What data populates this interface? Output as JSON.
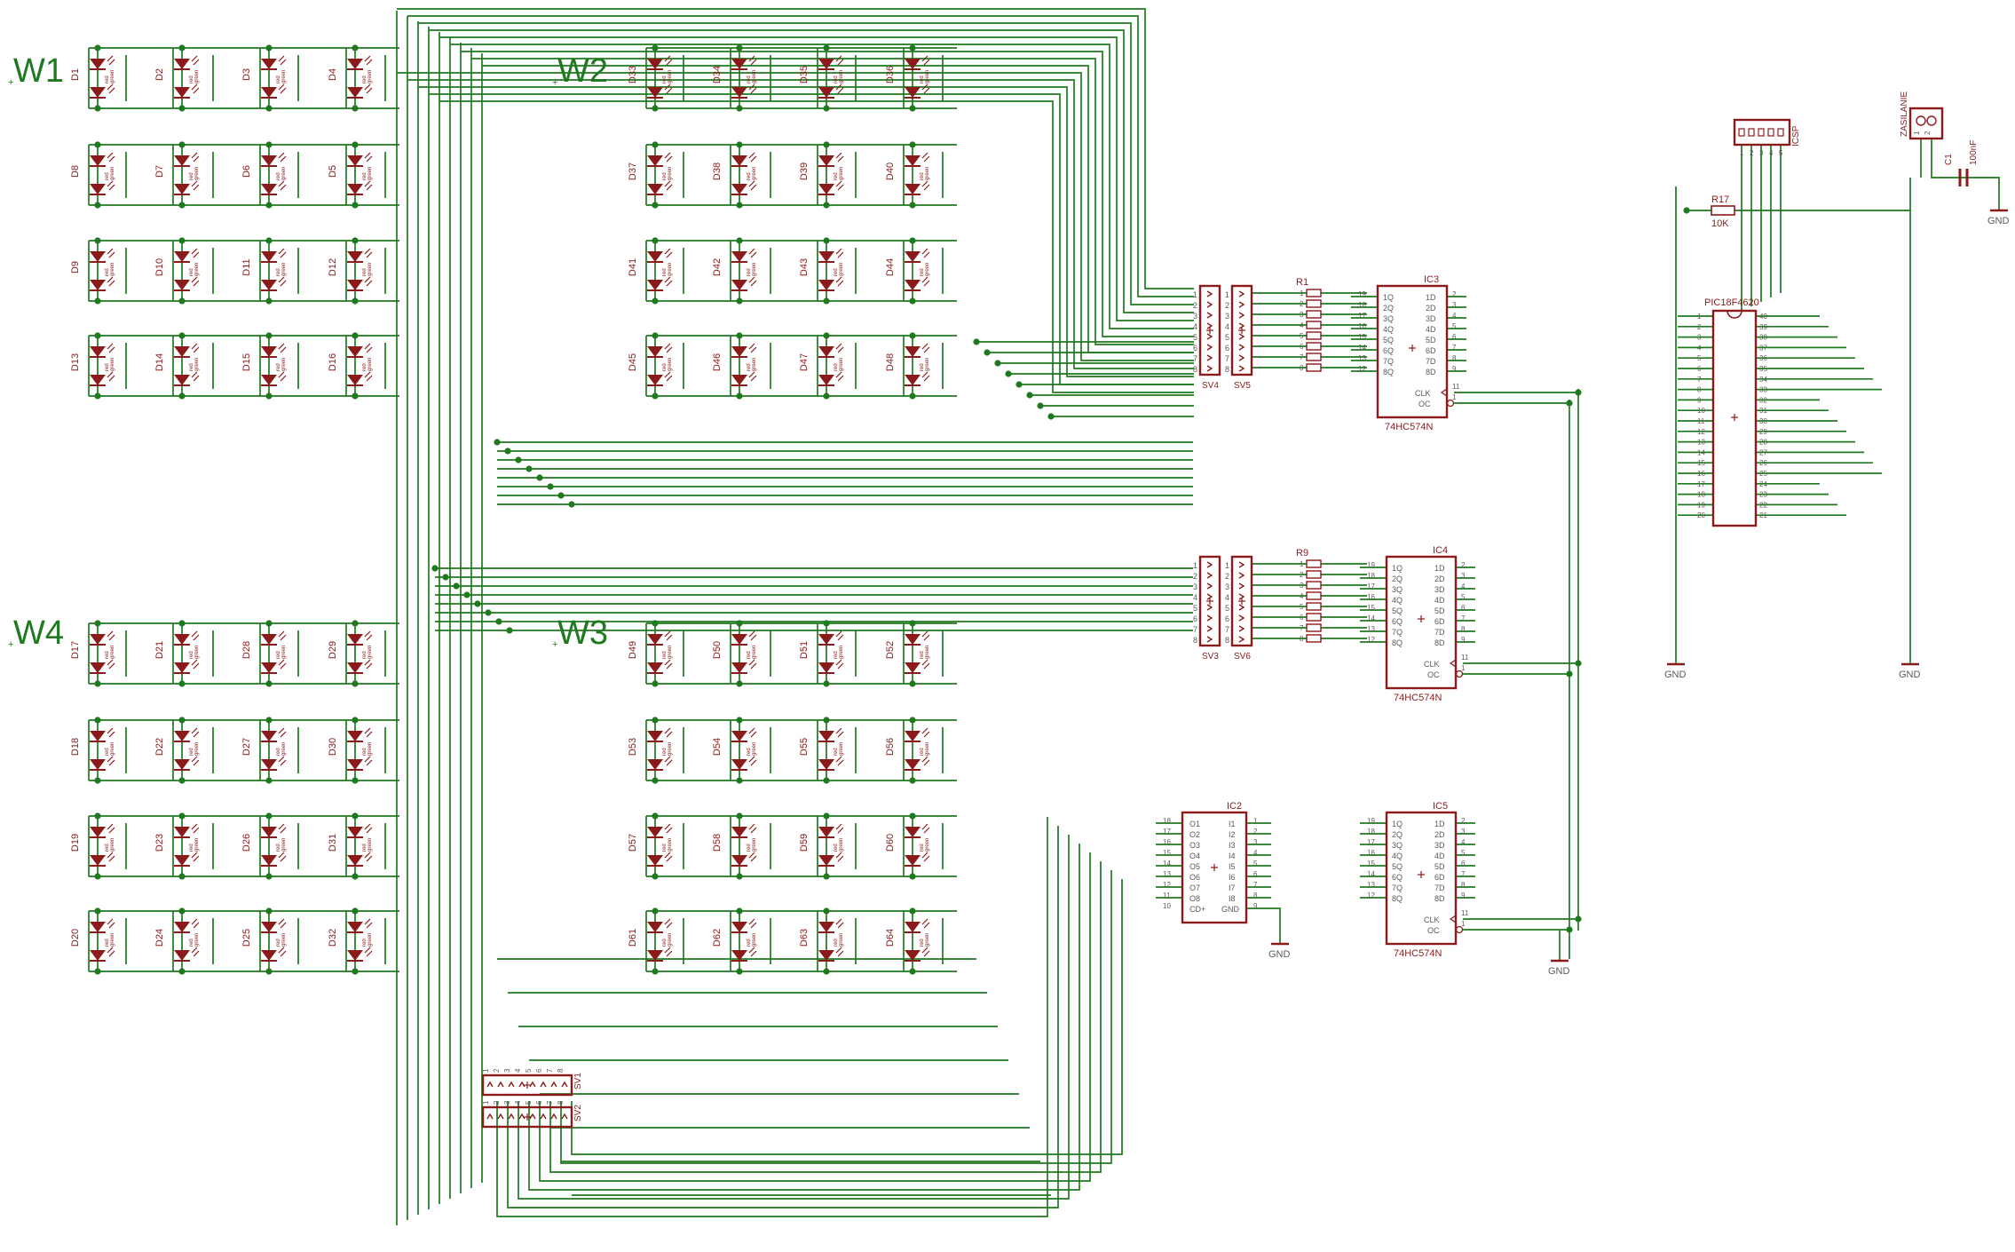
{
  "colors": {
    "wire": "#1f7a1f",
    "part": "#8b1a1a",
    "pin_text": "#5a5a5a",
    "junction": "#1f7a1f",
    "background": "#ffffff"
  },
  "groups": [
    {
      "label": "W1",
      "diodes": [
        "D1",
        "D2",
        "D3",
        "D4",
        "D8",
        "D7",
        "D6",
        "D5",
        "D9",
        "D10",
        "D11",
        "D12",
        "D13",
        "D14",
        "D15",
        "D16"
      ]
    },
    {
      "label": "W2",
      "diodes": [
        "D33",
        "D34",
        "D35",
        "D36",
        "D37",
        "D38",
        "D39",
        "D40",
        "D41",
        "D42",
        "D43",
        "D44",
        "D45",
        "D46",
        "D47",
        "D48"
      ]
    },
    {
      "label": "W4",
      "diodes": [
        "D17",
        "D21",
        "D28",
        "D29",
        "D18",
        "D22",
        "D27",
        "D30",
        "D19",
        "D23",
        "D26",
        "D31",
        "D20",
        "D24",
        "D25",
        "D32"
      ]
    },
    {
      "label": "W3",
      "diodes": [
        "D49",
        "D50",
        "D51",
        "D52",
        "D53",
        "D54",
        "D55",
        "D56",
        "D57",
        "D58",
        "D59",
        "D60",
        "D61",
        "D62",
        "D63",
        "D64"
      ]
    }
  ],
  "led_text": {
    "red": "red",
    "green": "green"
  },
  "latches": [
    {
      "ref": "IC3",
      "value": "74HC574N",
      "inputs": [
        "1D",
        "2D",
        "3D",
        "4D",
        "5D",
        "6D",
        "7D",
        "8D"
      ],
      "outputs": [
        "1Q",
        "2Q",
        "3Q",
        "4Q",
        "5Q",
        "6Q",
        "7Q",
        "8Q"
      ],
      "in_pins": [
        "2",
        "3",
        "4",
        "5",
        "6",
        "7",
        "8",
        "9"
      ],
      "out_pins": [
        "19",
        "18",
        "17",
        "16",
        "15",
        "14",
        "13",
        "12"
      ],
      "clk": "CLK",
      "oc": "OC",
      "clk_pin": "11",
      "oc_pin": "1"
    },
    {
      "ref": "IC4",
      "value": "74HC574N",
      "inputs": [
        "1D",
        "2D",
        "3D",
        "4D",
        "5D",
        "6D",
        "7D",
        "8D"
      ],
      "outputs": [
        "1Q",
        "2Q",
        "3Q",
        "4Q",
        "5Q",
        "6Q",
        "7Q",
        "8Q"
      ],
      "in_pins": [
        "2",
        "3",
        "4",
        "5",
        "6",
        "7",
        "8",
        "9"
      ],
      "out_pins": [
        "19",
        "18",
        "17",
        "16",
        "15",
        "14",
        "13",
        "12"
      ],
      "clk": "CLK",
      "oc": "OC",
      "clk_pin": "11",
      "oc_pin": "1"
    },
    {
      "ref": "IC5",
      "value": "74HC574N",
      "inputs": [
        "1D",
        "2D",
        "3D",
        "4D",
        "5D",
        "6D",
        "7D",
        "8D"
      ],
      "outputs": [
        "1Q",
        "2Q",
        "3Q",
        "4Q",
        "5Q",
        "6Q",
        "7Q",
        "8Q"
      ],
      "in_pins": [
        "2",
        "3",
        "4",
        "5",
        "6",
        "7",
        "8",
        "9"
      ],
      "out_pins": [
        "19",
        "18",
        "17",
        "16",
        "15",
        "14",
        "13",
        "12"
      ],
      "clk": "CLK",
      "oc": "OC",
      "clk_pin": "11",
      "oc_pin": "1"
    }
  ],
  "driver": {
    "ref": "IC2",
    "inputs": [
      "I1",
      "I2",
      "I3",
      "I4",
      "I5",
      "I6",
      "I7",
      "I8"
    ],
    "outputs": [
      "O1",
      "O2",
      "O3",
      "O4",
      "O5",
      "O6",
      "O7",
      "O8"
    ],
    "in_pins": [
      "1",
      "2",
      "3",
      "4",
      "5",
      "6",
      "7",
      "8"
    ],
    "out_pins": [
      "18",
      "17",
      "16",
      "15",
      "14",
      "13",
      "12",
      "11"
    ],
    "cd": "CD+",
    "gnd": "GND",
    "cd_pin": "10",
    "gnd_pin": "9"
  },
  "mcu": {
    "ref": "PIC18F4620",
    "left_pins": [
      "1",
      "2",
      "3",
      "4",
      "5",
      "6",
      "7",
      "8",
      "9",
      "10",
      "11",
      "12",
      "13",
      "14",
      "15",
      "16",
      "17",
      "18",
      "19",
      "20"
    ],
    "right_pins": [
      "40",
      "39",
      "38",
      "37",
      "36",
      "35",
      "34",
      "33",
      "32",
      "31",
      "30",
      "29",
      "28",
      "27",
      "26",
      "25",
      "24",
      "23",
      "22",
      "21"
    ]
  },
  "resistor_arrays": [
    {
      "ref": "R1"
    },
    {
      "ref": "R9"
    }
  ],
  "headers": [
    {
      "ref": "SV4",
      "pins": [
        "1",
        "2",
        "3",
        "4",
        "5",
        "6",
        "7",
        "8"
      ]
    },
    {
      "ref": "SV5",
      "pins": [
        "1",
        "2",
        "3",
        "4",
        "5",
        "6",
        "7",
        "8"
      ]
    },
    {
      "ref": "SV3",
      "pins": [
        "1",
        "2",
        "3",
        "4",
        "5",
        "6",
        "7",
        "8"
      ]
    },
    {
      "ref": "SV6",
      "pins": [
        "1",
        "2",
        "3",
        "4",
        "5",
        "6",
        "7",
        "8"
      ]
    },
    {
      "ref": "SV1",
      "pins": [
        "1",
        "2",
        "3",
        "4",
        "5",
        "6",
        "7",
        "8"
      ]
    },
    {
      "ref": "SV2",
      "pins": [
        "1",
        "2",
        "3",
        "4",
        "5",
        "6",
        "7",
        "8"
      ]
    }
  ],
  "icsp": {
    "ref": "ICSP",
    "pins": [
      "1",
      "2",
      "3",
      "4",
      "5"
    ]
  },
  "power": {
    "ref": "ZASILANIE",
    "pins": [
      "1",
      "2"
    ]
  },
  "capacitor": {
    "ref": "C1",
    "value": "100nF"
  },
  "pullup": {
    "ref": "R17",
    "value": "10K"
  },
  "gnd_label": "GND"
}
